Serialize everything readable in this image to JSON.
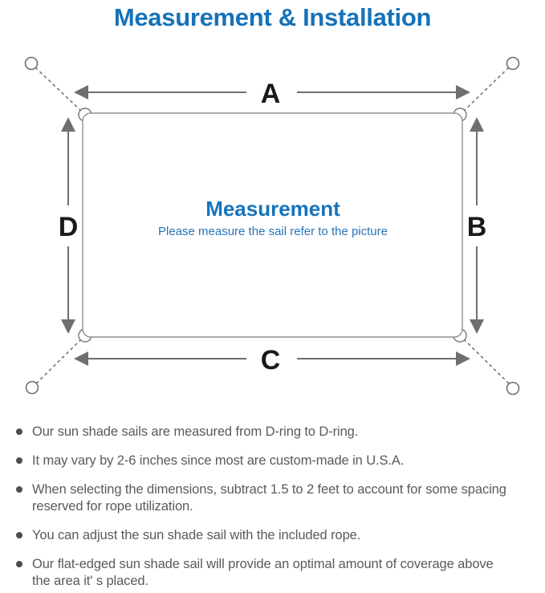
{
  "header": {
    "title": "Measurement & Installation"
  },
  "diagram": {
    "labels": {
      "top": "A",
      "right": "B",
      "bottom": "C",
      "left": "D"
    },
    "center": {
      "title": "Measurement",
      "subtitle": "Please measure the sail refer to the picture"
    },
    "colors": {
      "accent_blue": "#1572b9",
      "line_gray": "#6f6f6f",
      "label_black": "#1a1a1a"
    }
  },
  "notes": {
    "items": [
      {
        "lines": [
          "Our sun shade sails are measured from D-ring to D-ring."
        ]
      },
      {
        "lines": [
          "It may vary by 2-6 inches since most are custom-made in U.S.A."
        ]
      },
      {
        "lines": [
          "When selecting the dimensions, subtract 1.5 to 2 feet to account for some spacing",
          "reserved for rope utilization."
        ]
      },
      {
        "lines": [
          "You can adjust the sun shade sail with the included rope."
        ]
      },
      {
        "lines": [
          "Our flat-edged sun shade sail will provide an optimal amount of coverage above",
          "the area it' s placed."
        ]
      }
    ]
  }
}
